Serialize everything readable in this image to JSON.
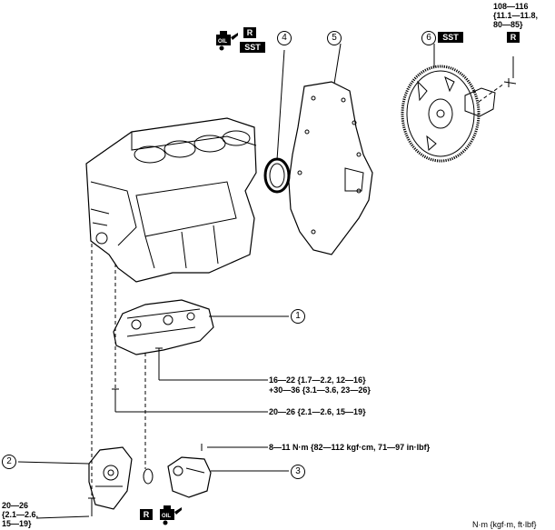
{
  "callouts": [
    "1",
    "2",
    "3",
    "4",
    "5",
    "6"
  ],
  "badges": {
    "r": "R",
    "sst": "SST",
    "oil": "OIL"
  },
  "torque": {
    "flywheel_bolt": [
      "108—116",
      "{11.1—11.8,",
      "80—85}"
    ],
    "pump_bolt": [
      "16—22 {1.7—2.2, 12—16}",
      "+30—36 {3.1—3.6, 23—26}"
    ],
    "lower_bolt": "20—26 {2.1—2.6, 15—19}",
    "cover_bolt": "8—11 N·m {82—112 kgf·cm, 71—97 in·lbf}",
    "left_bolt": [
      "20—26",
      "{2.1—2.6,",
      "15—19}"
    ]
  },
  "units_note": "N·m {kgf·m, ft·lbf}"
}
